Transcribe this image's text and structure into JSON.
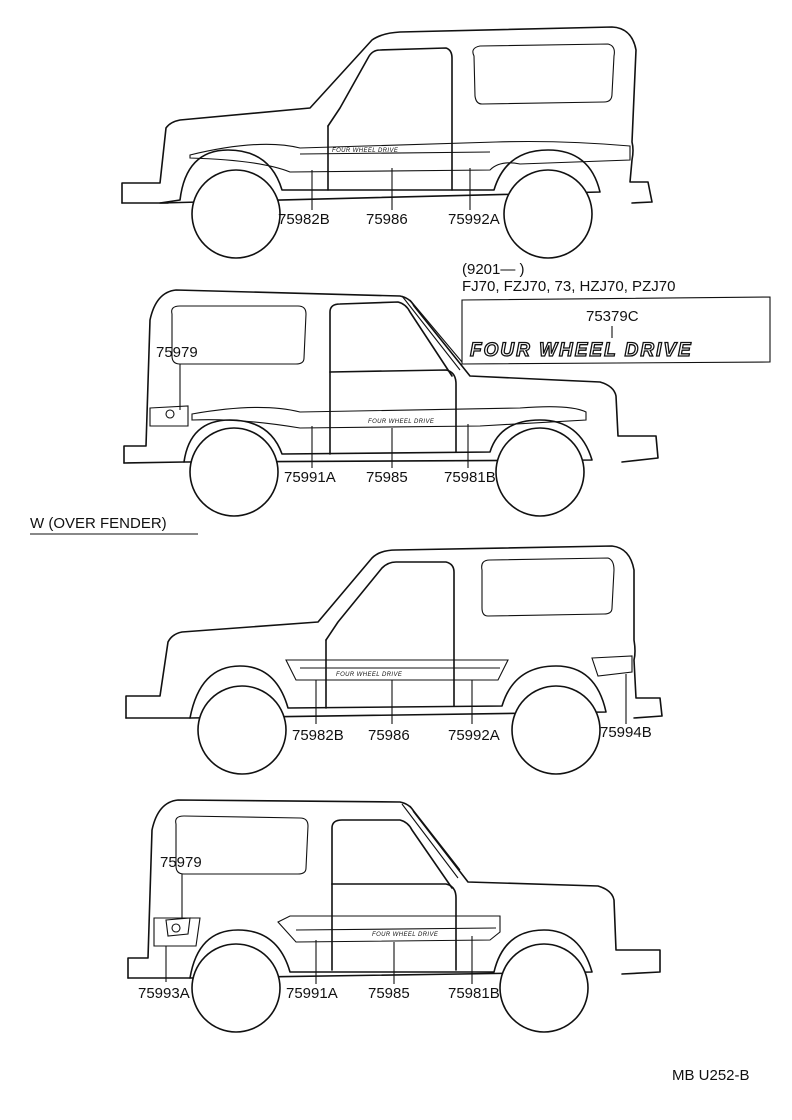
{
  "labels": {
    "p1_a": "75982B",
    "p1_b": "75986",
    "p1_c": "75992A",
    "p2_a": "75979",
    "p2_b": "75991A",
    "p2_c": "75985",
    "p2_d": "75981B",
    "p3_a": "75982B",
    "p3_b": "75986",
    "p3_c": "75992A",
    "p3_d": "75994B",
    "p4_a": "75979",
    "p4_b": "75993A",
    "p4_c": "75991A",
    "p4_d": "75985",
    "p4_e": "75981B"
  },
  "stripe_text": "FOUR WHEEL DRIVE",
  "callout": {
    "date_line": "(9201—        )",
    "models_line": "FJ70, FZJ70, 73, HZJ70, PZJ70",
    "part": "75379C",
    "logo": "FOUR WHEEL DRIVE"
  },
  "section_heading": "W (OVER  FENDER)",
  "page_code": "MB U252-B"
}
